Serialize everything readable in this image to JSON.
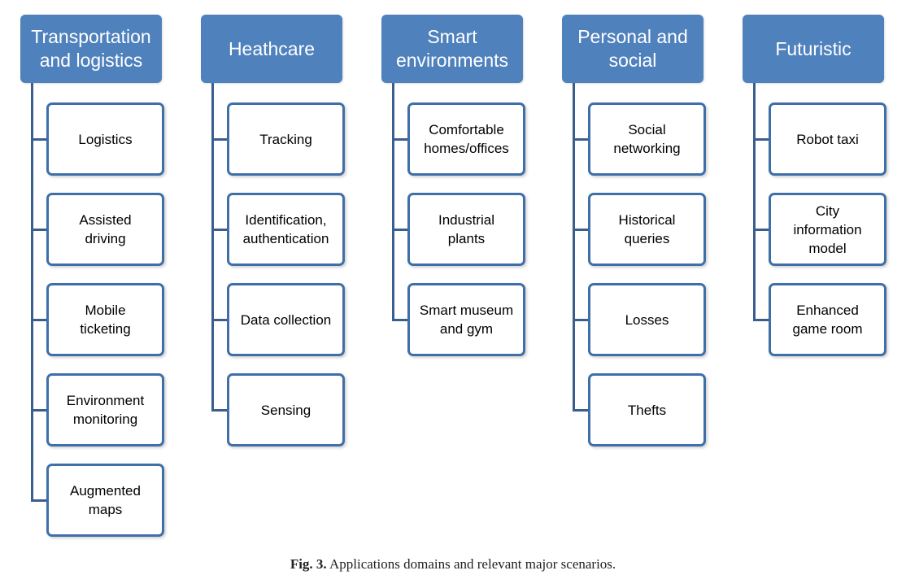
{
  "colors": {
    "header_fill": "#4f81bd",
    "header_text": "#ffffff",
    "box_border": "#3f6fa8",
    "connector": "#3a5f8f",
    "box_fill": "#ffffff"
  },
  "columns": [
    {
      "title": "Transportation\nand logistics",
      "items": [
        "Logistics",
        "Assisted\ndriving",
        "Mobile\nticketing",
        "Environment\nmonitoring",
        "Augmented\nmaps"
      ]
    },
    {
      "title": "Heathcare",
      "items": [
        "Tracking",
        "Identification,\nauthentication",
        "Data collection",
        "Sensing"
      ]
    },
    {
      "title": "Smart\nenvironments",
      "items": [
        "Comfortable\nhomes/offices",
        "Industrial\nplants",
        "Smart museum\nand gym"
      ]
    },
    {
      "title": "Personal and\nsocial",
      "items": [
        "Social\nnetworking",
        "Historical\nqueries",
        "Losses",
        "Thefts"
      ]
    },
    {
      "title": "Futuristic",
      "items": [
        "Robot taxi",
        "City\ninformation\nmodel",
        "Enhanced\ngame room"
      ]
    }
  ],
  "caption": {
    "label": "Fig. 3.",
    "text": "Applications domains and relevant major scenarios."
  }
}
